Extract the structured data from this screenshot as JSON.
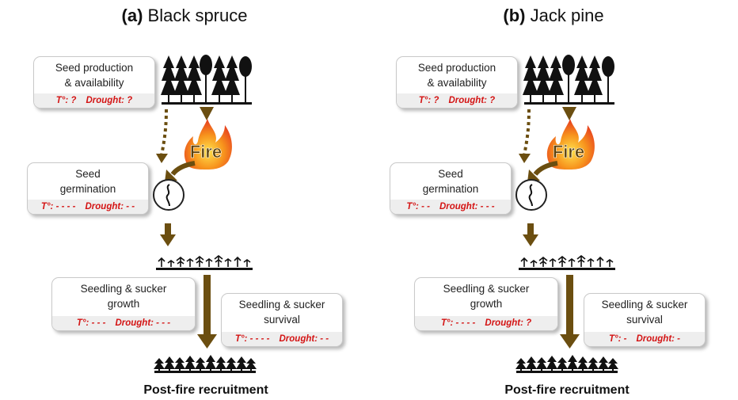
{
  "colors": {
    "arrow": "#6b4e10",
    "drought_text": "#d41414",
    "box_row_bg": "#eeeeee",
    "tree": "#111111",
    "fire_orange": "#f7941d",
    "fire_red": "#e8451e"
  },
  "icons": [
    "tree-silhouettes-icon",
    "fire-icon",
    "germinating-seed-icon",
    "seedlings-icon",
    "saplings-icon"
  ],
  "panels": [
    {
      "tag": "(a)",
      "species": "Black spruce",
      "seed_production": {
        "label_line1": "Seed production",
        "label_line2": "& availability",
        "t_label": "T°: ?",
        "drought_label": "Drought: ?"
      },
      "fire_label": "Fire",
      "germination": {
        "label_line1": "Seed",
        "label_line2": "germination",
        "t_label": "T°: - - - -",
        "drought_label": "Drought: - -"
      },
      "growth": {
        "label_line1": "Seedling & sucker",
        "label_line2": "growth",
        "t_label": "T°: - - -",
        "drought_label": "Drought: - - -"
      },
      "survival": {
        "label_line1": "Seedling & sucker",
        "label_line2": "survival",
        "t_label": "T°: - - - -",
        "drought_label": "Drought: - -"
      },
      "final_label": "Post-fire recruitment"
    },
    {
      "tag": "(b)",
      "species": "Jack pine",
      "seed_production": {
        "label_line1": "Seed production",
        "label_line2": "& availability",
        "t_label": "T°: ?",
        "drought_label": "Drought: ?"
      },
      "fire_label": "Fire",
      "germination": {
        "label_line1": "Seed",
        "label_line2": "germination",
        "t_label": "T°: - -",
        "drought_label": "Drought: - - -"
      },
      "growth": {
        "label_line1": "Seedling & sucker",
        "label_line2": "growth",
        "t_label": "T°: - - - -",
        "drought_label": "Drought: ?"
      },
      "survival": {
        "label_line1": "Seedling & sucker",
        "label_line2": "survival",
        "t_label": "T°: -",
        "drought_label": "Drought: -"
      },
      "final_label": "Post-fire recruitment"
    }
  ]
}
